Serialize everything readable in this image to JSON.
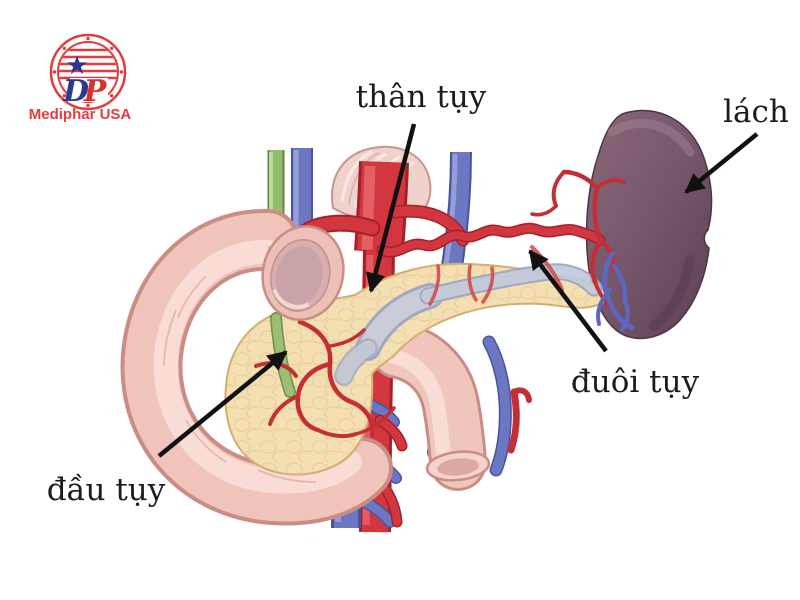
{
  "logo": {
    "brand": "Mediphar USA",
    "monogram": {
      "d": "D",
      "p": "P"
    },
    "star_icon": "★"
  },
  "annotations": {
    "body_label": "thân tụy",
    "spleen_label": "lách",
    "tail_label": "đuôi tụy",
    "head_label": "đầu tụy"
  },
  "colors": {
    "background": "#ffffff",
    "label_text": "#1c1c1c",
    "arrow": "#111111",
    "logo_red": "#e23c3f",
    "logo_blue": "#2b3a8e",
    "artery_red": "#d23740",
    "artery_dark": "#a62028",
    "vein_blue": "#6b77c2",
    "vein_dark": "#4a549e",
    "pancreas_cream": "#f4dfb2",
    "pancreas_edge": "#d2ad6e",
    "spleen_purple": "#75566a",
    "duodenum_pink": "#f0c3bb",
    "duodenum_edge": "#c98d84",
    "bile_duct_green": "#94bc6d",
    "portal_vein_gray": "#c3c9da"
  }
}
